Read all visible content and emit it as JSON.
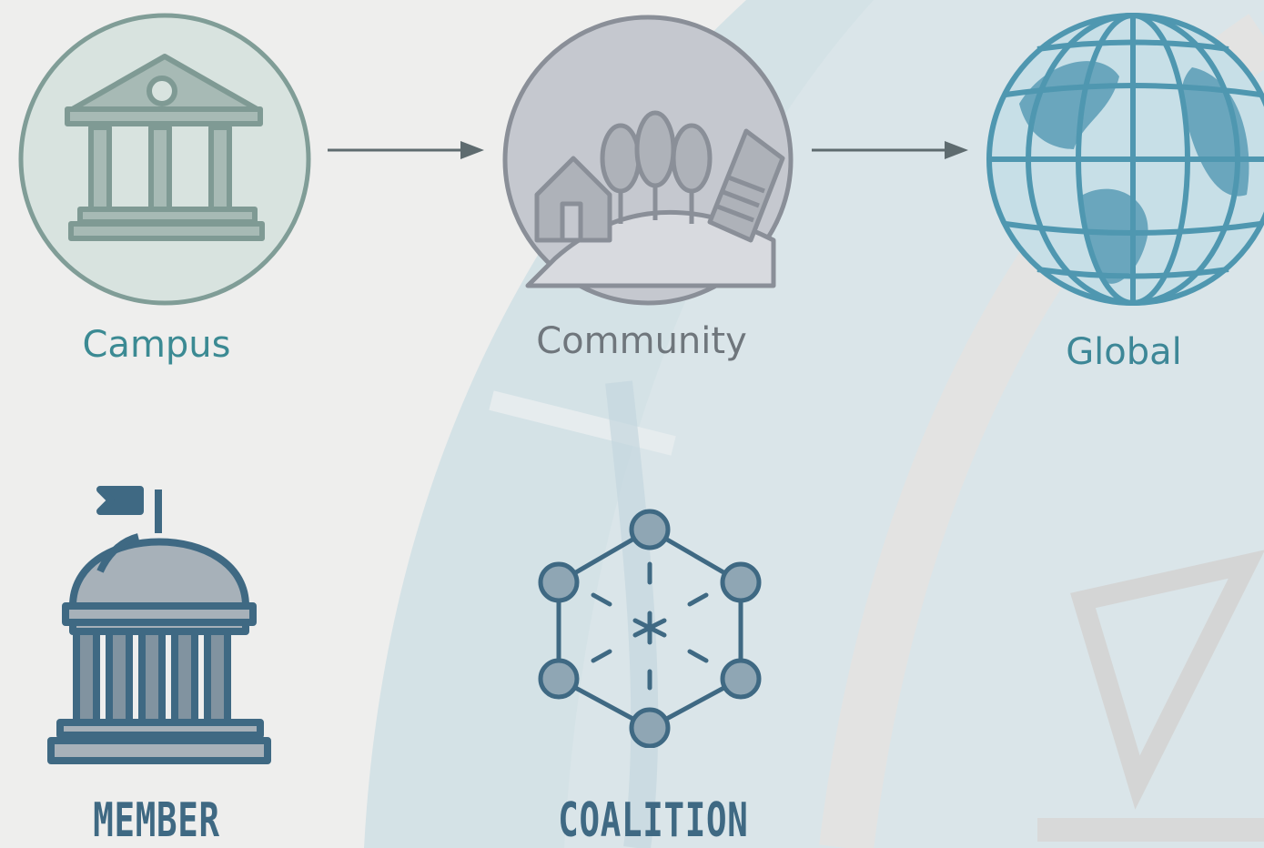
{
  "levels": {
    "campus": "Campus",
    "community": "Community",
    "global": "Global"
  },
  "types": {
    "member": "MEMBER",
    "coalition": "COALITION"
  },
  "icons": {
    "campus": "campus-building-icon",
    "community": "community-town-icon",
    "global": "globe-icon",
    "member": "capitol-dome-icon",
    "coalition": "network-hexagon-icon"
  },
  "colors": {
    "campus": "#809d97",
    "community": "#8a8f98",
    "global": "#4f97b0",
    "type_icon": "#3f6983"
  }
}
